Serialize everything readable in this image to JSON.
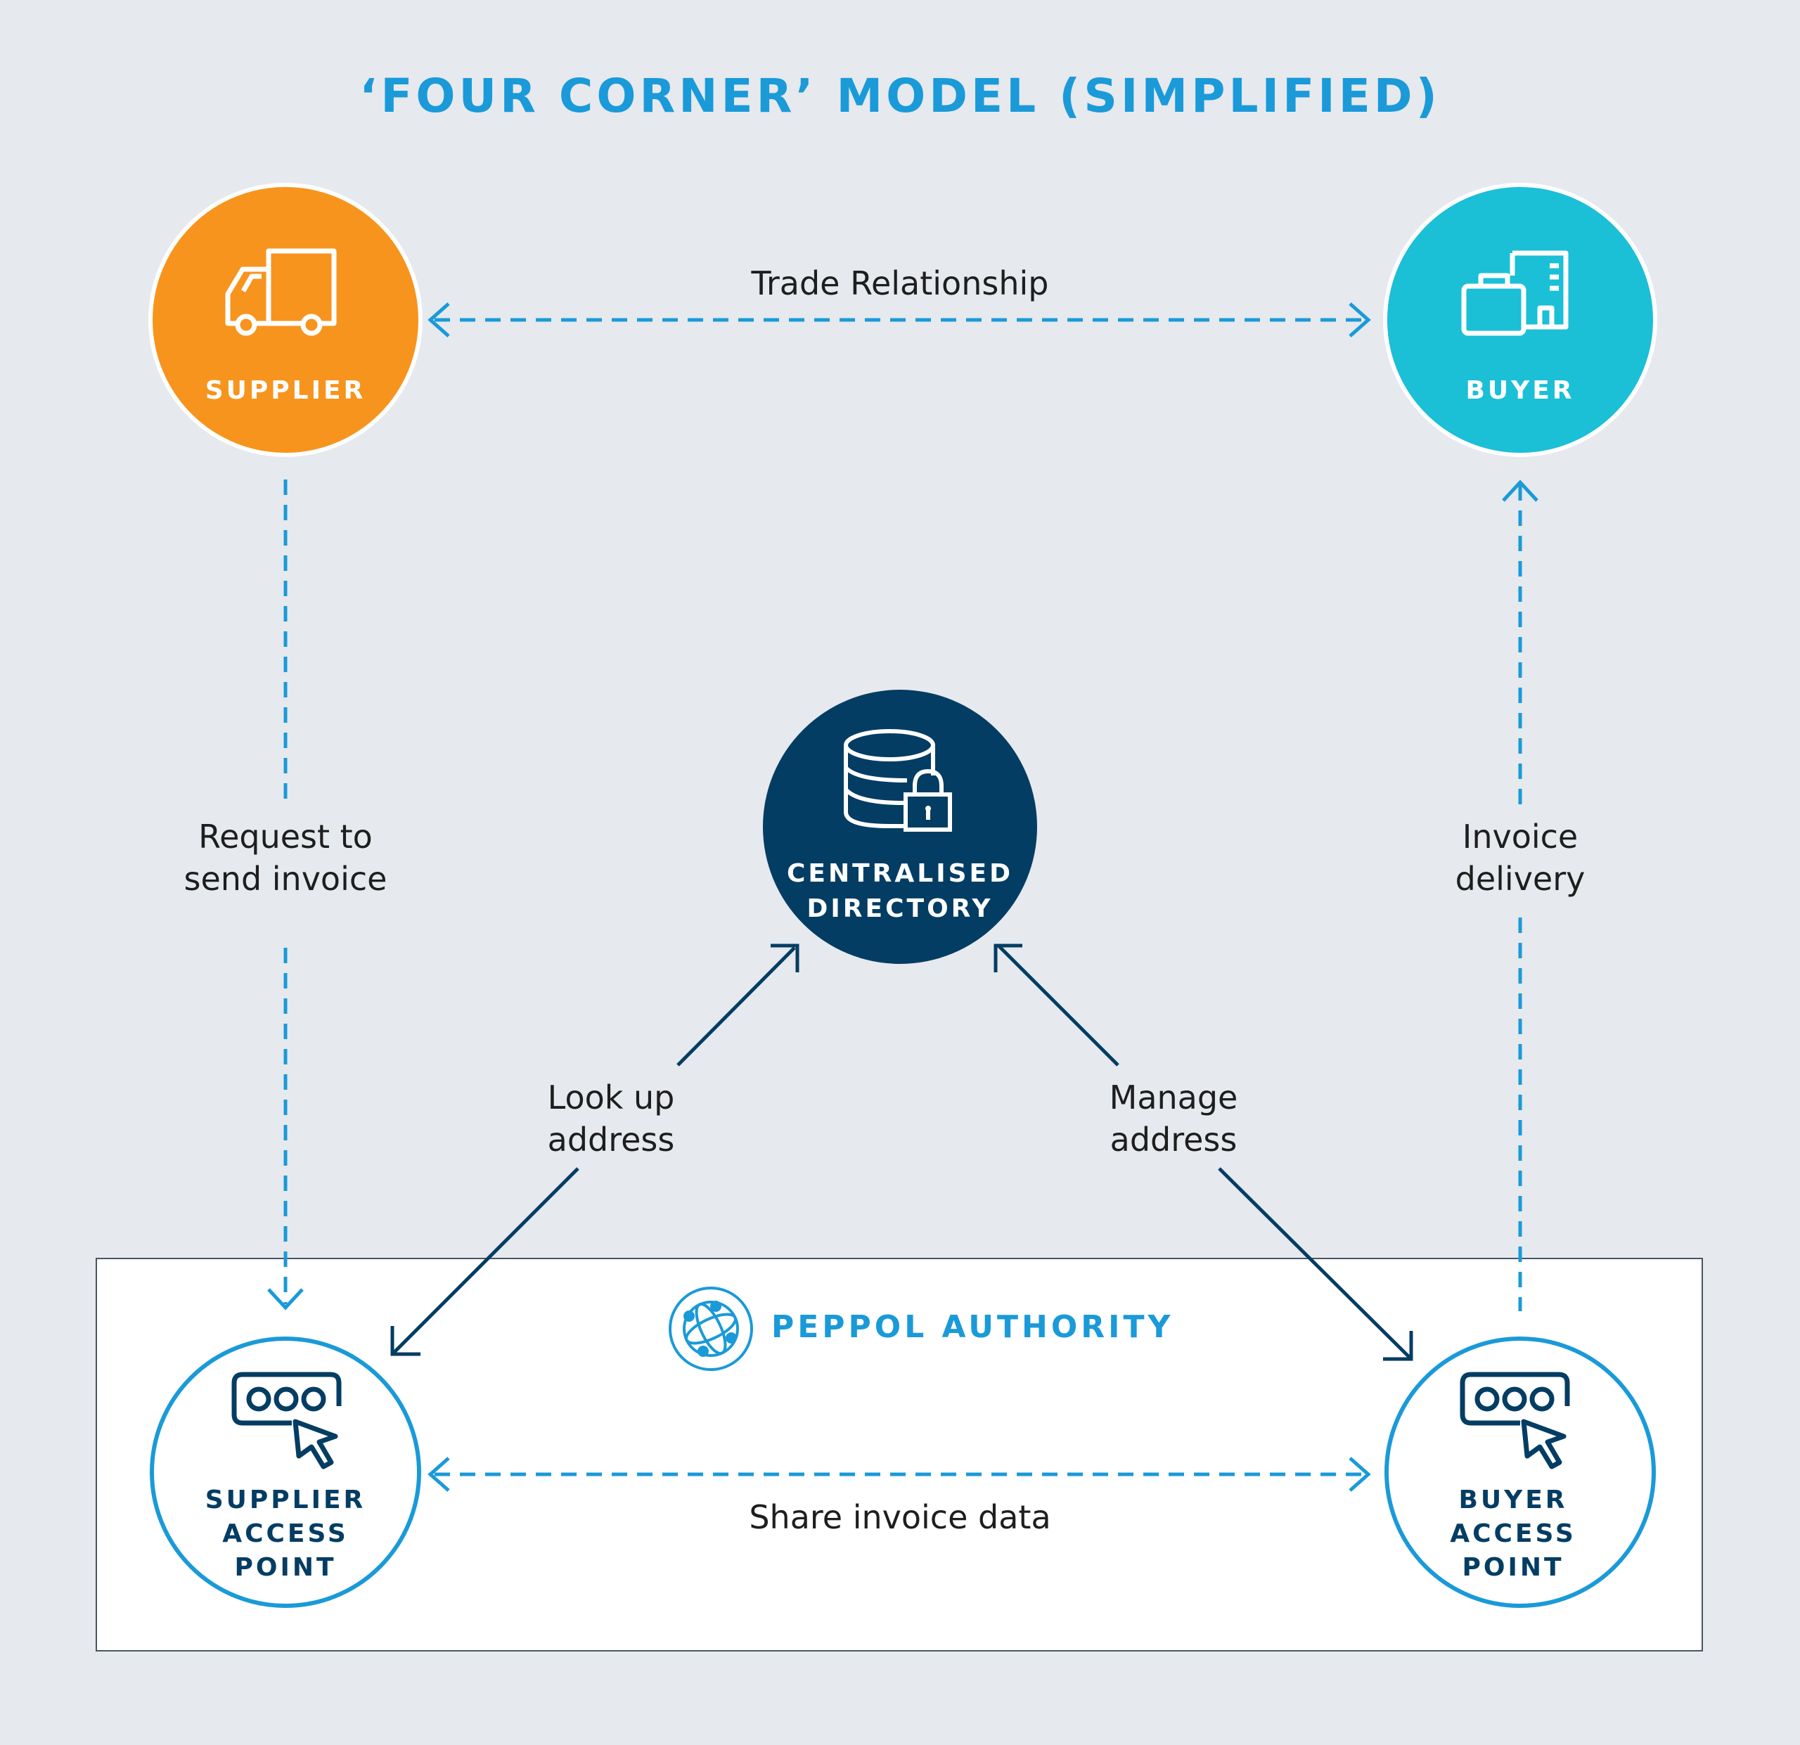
{
  "title": "‘FOUR CORNER’ MODEL (SIMPLIFIED)",
  "authority": {
    "label": "PEPPOL AUTHORITY"
  },
  "nodes": {
    "supplier": {
      "label": "SUPPLIER",
      "icon": "delivery-truck-icon",
      "color": "#f7941d"
    },
    "buyer": {
      "label": "BUYER",
      "icon": "briefcase-building-icon",
      "color": "#1bbfd6"
    },
    "directory": {
      "line1": "CENTRALISED",
      "line2": "DIRECTORY",
      "icon": "database-lock-icon",
      "color": "#043d63"
    },
    "supplier_ap": {
      "line1": "SUPPLIER",
      "line2": "ACCESS",
      "line3": "POINT",
      "icon": "access-point-cursor-icon",
      "color": "#1a9ad8"
    },
    "buyer_ap": {
      "line1": "BUYER",
      "line2": "ACCESS",
      "line3": "POINT",
      "icon": "access-point-cursor-icon",
      "color": "#1a9ad8"
    }
  },
  "flows": {
    "trade": {
      "label": "Trade Relationship"
    },
    "request": {
      "line1": "Request to",
      "line2": "send invoice"
    },
    "delivery": {
      "line1": "Invoice",
      "line2": "delivery"
    },
    "lookup": {
      "line1": "Look up",
      "line2": "address"
    },
    "manage": {
      "line1": "Manage",
      "line2": "address"
    },
    "share": {
      "label": "Share invoice data"
    }
  },
  "colors": {
    "accent": "#1a9ad8",
    "navy": "#043d63",
    "background": "#e6e9ee"
  }
}
